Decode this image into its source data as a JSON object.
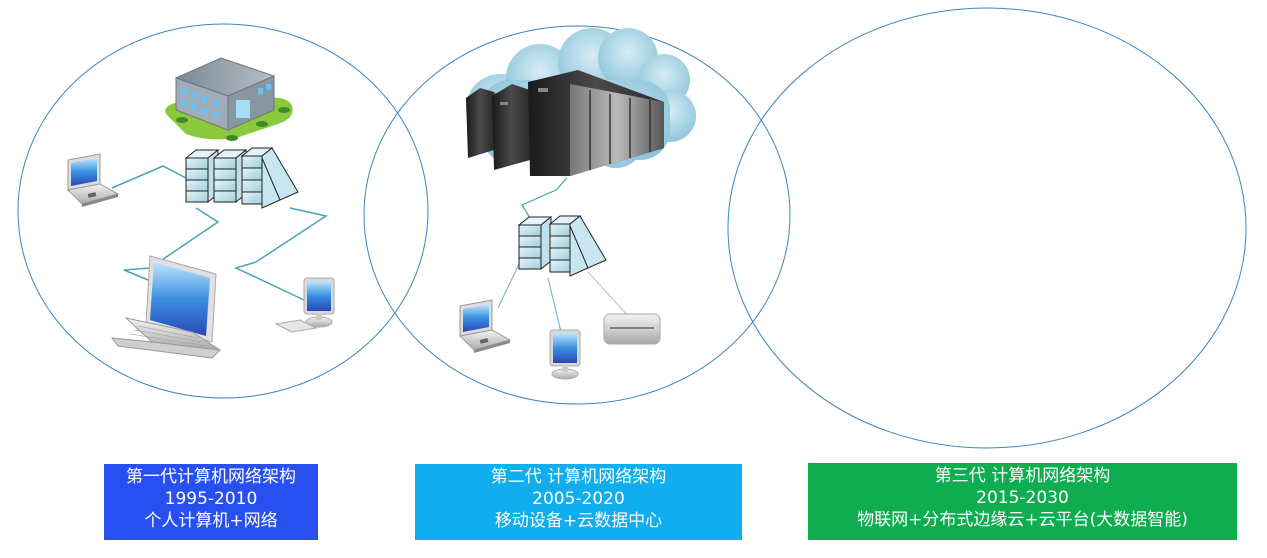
{
  "title": "计算机网络架构演进",
  "colors": {
    "circle_stroke": "#3a86c0",
    "link_line": "#4aa3b5",
    "arrow_line": "#5b83c4",
    "gen1": "#2850F0",
    "gen2": "#10AEEF",
    "gen3": "#0EAE50",
    "cloud_primary": "#a9d6e5",
    "cloud_secondary": "#c5d6ee",
    "server_face": "#cfe8f0",
    "datacenter": "#2b2b2b"
  },
  "generations": [
    {
      "name": "第一代计算机网络架构",
      "period": "1995-2010",
      "description": "个人计算机+网络",
      "icons": [
        "building-icon",
        "server-rack-icon",
        "laptop-icon",
        "tablet-laptop-icon",
        "desktop-monitor-icon"
      ]
    },
    {
      "name": "第二代 计算机网络架构",
      "period": "2005-2020",
      "description": "移动设备+云数据中心",
      "icons": [
        "cloud-datacenter-icon",
        "server-rack-icon",
        "laptop-icon",
        "desktop-monitor-icon",
        "mini-pc-icon"
      ]
    },
    {
      "name": "第三代 计算机网络架构",
      "period": "2015-2030",
      "description": "物联网+分布式边缘云+云平台(大数据智能)",
      "icons": [
        "cloud-datacenter-icon",
        "edge-server-icon",
        "laptop-icon",
        "tablet-icon",
        "router-icon",
        "hard-drive-icon",
        "user-icon",
        "camcorder-icon",
        "printer-icon"
      ]
    }
  ]
}
